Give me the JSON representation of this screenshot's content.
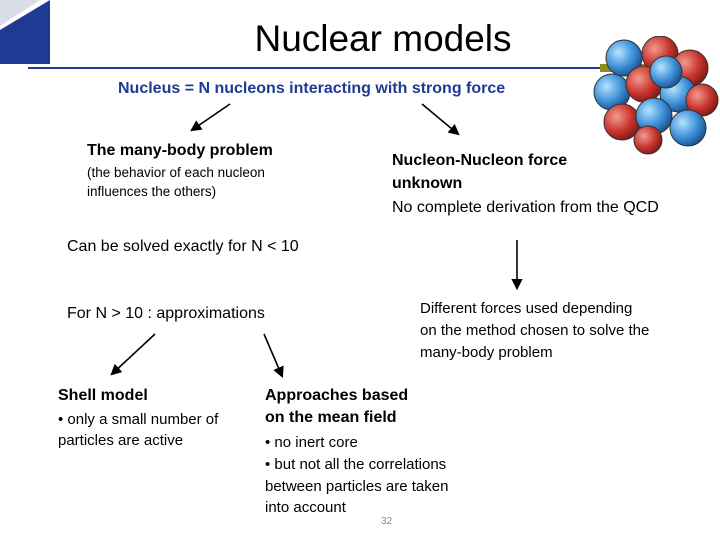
{
  "slide": {
    "title": "Nuclear models",
    "subtitle": "Nucleus = N nucleons interacting with strong force",
    "left_branch": {
      "heading": "The many-body problem",
      "note_line1": "(the behavior of each nucleon",
      "note_line2": "influences the others)"
    },
    "right_branch": {
      "heading_line1": "Nucleon-Nucleon force",
      "heading_line2": "unknown",
      "note": "No complete derivation from the QCD"
    },
    "exact_text": "Can be solved exactly for N < 10",
    "approx_text": "For N > 10 : approximations",
    "forces_text": {
      "line1": "Different forces used depending",
      "line2": "on the method chosen to solve the",
      "line3": "many-body problem"
    },
    "shell_model": {
      "heading": "Shell model",
      "bullet_line1": "• only a small number of",
      "bullet_line2": "particles are active"
    },
    "mean_field": {
      "heading_line1": "Approaches based",
      "heading_line2": "on the mean field",
      "bullet1": "• no inert core",
      "bullet2_line1": "• but not all the correlations",
      "bullet2_line2": "between particles are taken",
      "bullet2_line3": "into account"
    },
    "page_number": "32",
    "colors": {
      "accent_blue": "#1f3a93",
      "accent_olive": "#8a8f1c",
      "proton_red": "#c8342e",
      "neutron_blue": "#3c8fd8"
    },
    "icons": [
      "nucleus-illustration",
      "arrow-icon"
    ]
  }
}
